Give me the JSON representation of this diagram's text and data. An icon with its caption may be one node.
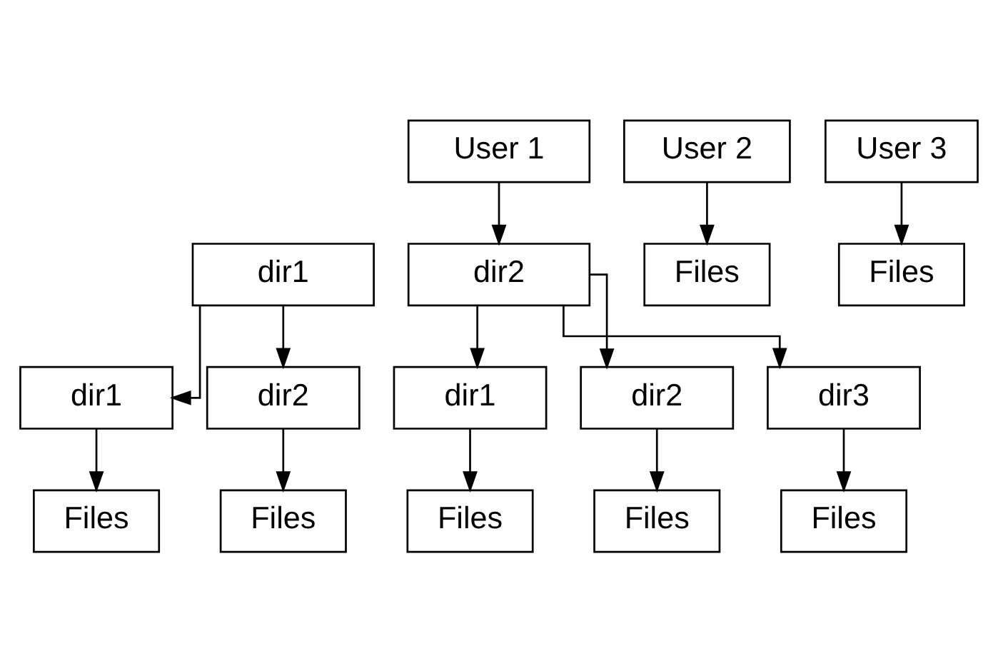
{
  "diagram": {
    "nodes": [
      {
        "text": [
          "User 1"
        ]
      },
      {
        "text": [
          "User 2"
        ]
      },
      {
        "text": [
          "User 3"
        ]
      },
      {
        "text": [
          "Files"
        ]
      },
      {
        "text": [
          "Files"
        ]
      },
      {
        "text": [
          "dir1"
        ]
      },
      {
        "text": [
          "dir2"
        ]
      },
      {
        "text": [
          "dir1"
        ]
      },
      {
        "text": [
          "dir2"
        ]
      },
      {
        "text": [
          "dir1"
        ]
      },
      {
        "text": [
          "dir2"
        ]
      },
      {
        "text": [
          "dir3"
        ]
      },
      {
        "text": [
          "Files"
        ]
      },
      {
        "text": [
          "Files"
        ]
      },
      {
        "text": [
          "Files"
        ]
      },
      {
        "text": [
          "Files"
        ]
      },
      {
        "text": [
          "Files"
        ]
      }
    ],
    "edges": [
      {
        "from": 0,
        "to": 6,
        "arrow": "to"
      },
      {
        "from": 1,
        "to": 3,
        "arrow": "to"
      },
      {
        "from": 2,
        "to": 4,
        "arrow": "to"
      },
      {
        "from": 5,
        "to": 7,
        "arrow": "to"
      },
      {
        "from": 5,
        "to": 8,
        "arrow": "to"
      },
      {
        "from": 6,
        "to": 9,
        "arrow": "to"
      },
      {
        "from": 6,
        "to": 10,
        "arrow": "to"
      },
      {
        "from": 6,
        "to": 11,
        "arrow": "to"
      },
      {
        "from": 7,
        "to": 12,
        "arrow": "to"
      },
      {
        "from": 8,
        "to": 13,
        "arrow": "to"
      },
      {
        "from": 9,
        "to": 14,
        "arrow": "to"
      },
      {
        "from": 10,
        "to": 15,
        "arrow": "to"
      },
      {
        "from": 11,
        "to": 16,
        "arrow": "to"
      }
    ]
  }
}
